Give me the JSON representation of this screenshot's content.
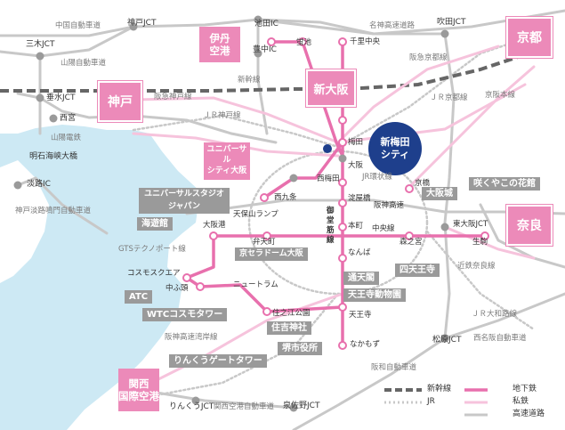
{
  "legend": {
    "shinkansen": "新幹線",
    "jr": "JR",
    "subway": "地下鉄",
    "private": "私鉄",
    "expressway": "高速道路"
  },
  "cities": {
    "itami": "伊丹\n空港",
    "shinosaka": "新大阪",
    "kyoto": "京都",
    "kobe": "神戸",
    "nara": "奈良",
    "kix": "関西\n国際空港",
    "usj": "ユニバーサル\nシティ大阪"
  },
  "hub": "新梅田\nシティ",
  "gray_labels": {
    "usj_park": "ユニバーサルスタジオ\nジャパン",
    "kaiyukan": "海遊館",
    "kyocera": "京セラドーム大阪",
    "osakajo": "大阪城",
    "sakuya": "咲くやこの花館",
    "shitennoji": "四天王寺",
    "tsutenkaku": "通天閣",
    "tennoji_zoo": "天王寺動物園",
    "atc": "ATC",
    "wtc": "WTCコスモタワー",
    "sumiyoshi": "住吉神社",
    "sakai": "堺市役所",
    "rinku": "りんくうゲートタワー"
  },
  "stations": {
    "hotarugaike": "蛍池",
    "senri_chuo": "千里中央",
    "umeda": "梅田",
    "osaka": "大阪",
    "nishiumeda": "西梅田",
    "nishikujo": "西九条",
    "yodoyabashi": "淀屋橋",
    "hommachi": "本町",
    "namba": "なんば",
    "tennoji": "天王寺",
    "nakamozu": "なかもず",
    "kyobashi": "京橋",
    "tsuruhashi": "森之宮",
    "morinomiya": "中央線",
    "bentencho": "弁天町",
    "osakako": "大阪港",
    "tempozan": "天保山ランプ",
    "cosmosquare": "コスモスクエア",
    "nakafuto": "中ふ頭",
    "newtram": "ニュートラム",
    "suminoe": "住之江公園",
    "higashiosaka_jct": "東大阪JCT",
    "ikoma": "生駒",
    "midosuji": "御堂筋線"
  },
  "road_labels": {
    "chugoku_exp": "中国自動車道",
    "kobe_jct": "神戸JCT",
    "sanyo_exp": "山陽自動車道",
    "miki_jct": "三木JCT",
    "ikeda_ic": "池田IC",
    "toyonaka_ic": "豊中IC",
    "meishin": "名神高速道路",
    "suita_jct": "吹田JCT",
    "hankyu_kyoto": "阪急京都線",
    "shinkansen_lbl": "新幹線",
    "hankyu_kobe": "阪急神戸線",
    "jr_kyoto": "ＪＲ京都線",
    "keihan": "京阪本線",
    "sumiyoshi_jct": "垂水JCT",
    "nishinomiya": "西宮",
    "jr_kobe": "ＪＲ神戸線",
    "sanyo_rail": "山陽電鉄",
    "akashi_bridge": "明石海峡大橋",
    "awaji_ic": "淡路IC",
    "kobe_awaji": "神戸淡路鳴門自動車道",
    "jr_loop": "JR環状線",
    "hanshin_exp": "阪神高速",
    "gts": "GTSテクノポート線",
    "kintetsu_nara": "近鉄奈良線",
    "jr_yamatoji": "ＪＲ大和路線",
    "matsubara_jct": "松原JCT",
    "nishi_meihan": "西名阪自動車道",
    "hanwa_exp": "阪和自動車道",
    "hanshin_wangan": "阪神高速湾岸線",
    "izumisano_jct": "りんくうJCT",
    "kix_road": "関西空港自動車道",
    "izumi_jct": "泉佐野JCT"
  }
}
